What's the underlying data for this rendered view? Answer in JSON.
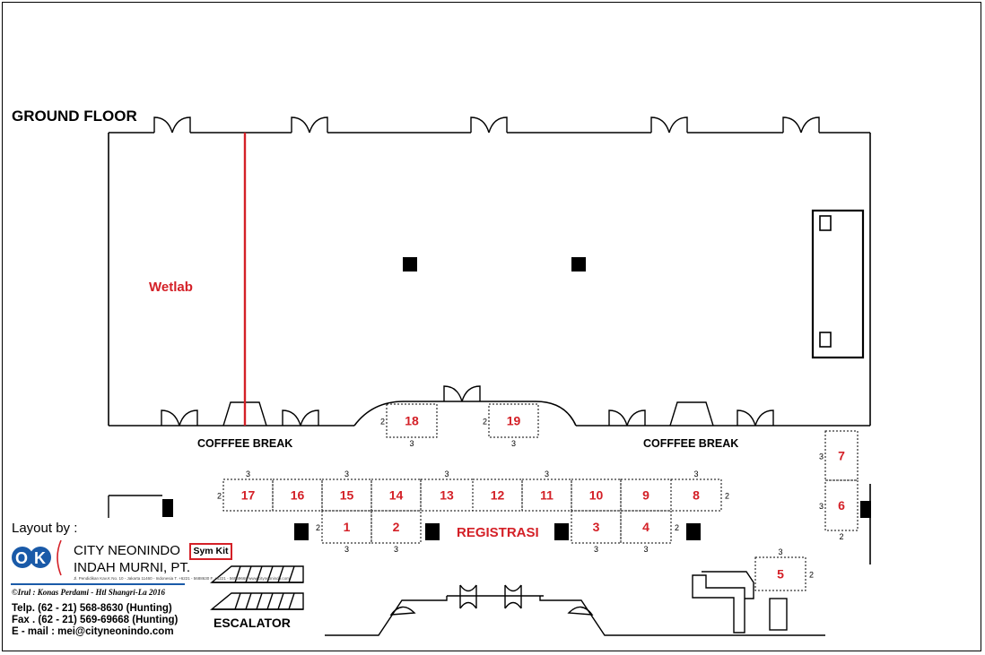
{
  "floor_title": "GROUND FLOOR",
  "wetlab_label": "Wetlab",
  "coffee_break_left": "COFFFEE BREAK",
  "coffee_break_right": "COFFFEE BREAK",
  "registration_label": "REGISTRASI",
  "escalator_label": "ESCALATOR",
  "sym_kit_label": "Sym Kit",
  "booths": [
    {
      "id": "17",
      "top": "3",
      "side": "2"
    },
    {
      "id": "16"
    },
    {
      "id": "15",
      "top": "3"
    },
    {
      "id": "14"
    },
    {
      "id": "13",
      "top": "3"
    },
    {
      "id": "12"
    },
    {
      "id": "11",
      "top": "3"
    },
    {
      "id": "10"
    },
    {
      "id": "9"
    },
    {
      "id": "8",
      "top": "3",
      "side": "2"
    },
    {
      "id": "1",
      "side": "2",
      "bottom": "3"
    },
    {
      "id": "2",
      "bottom": "3"
    },
    {
      "id": "3",
      "bottom": "3"
    },
    {
      "id": "4",
      "bottom": "3",
      "side": "2"
    },
    {
      "id": "18",
      "side": "2",
      "bottom": "3"
    },
    {
      "id": "19",
      "side": "2",
      "bottom": "3"
    },
    {
      "id": "7",
      "side": "3"
    },
    {
      "id": "6",
      "side": "3",
      "bottom": "2"
    },
    {
      "id": "5",
      "top": "3",
      "side": "2"
    }
  ],
  "layout_credit": {
    "layout_by": "Layout by :",
    "company_line1": "CITY   NEONINDO",
    "company_line2": "INDAH MURNI, PT.",
    "address": "Jl. Pendidikan Kav.K No. 10 - Jakarta 11460 - Indonesia   T. +6221 - 5688630   F. +6221 - 56969668   www.cityneonindo.com",
    "signature": "©Irul : Konas Perdami - Htl Shangri-La 2016",
    "telp": "Telp. (62 - 21) 568-8630   (Hunting)",
    "fax": "Fax . (62 - 21) 569-69668 (Hunting)",
    "email": "E - mail : mei@cityneonindo.com"
  },
  "colors": {
    "booth_number": "#d42027",
    "wetlab_divider": "#d42027",
    "label_red": "#d42027",
    "logo_blue": "#1a5aa8",
    "line": "#000000"
  }
}
